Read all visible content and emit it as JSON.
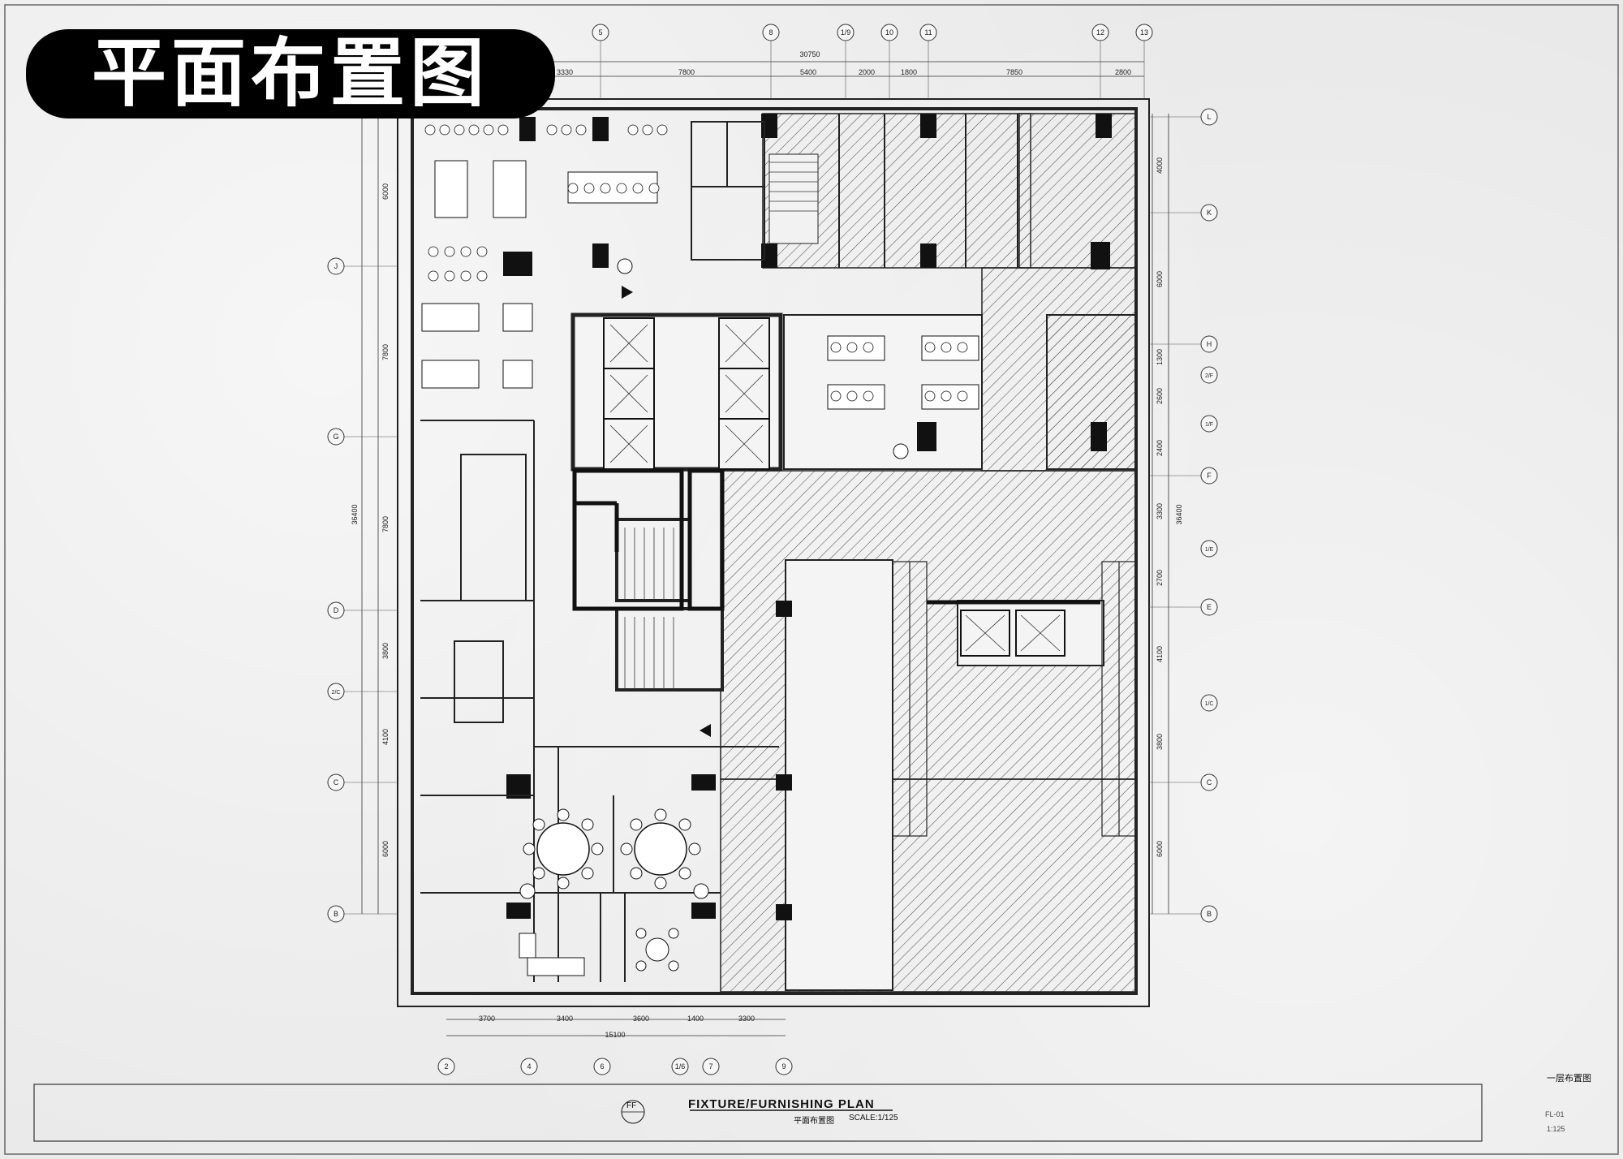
{
  "title": "平面布置图",
  "caption": {
    "main": "FIXTURE/FURNISHING PLAN",
    "chinese": "平面布置图",
    "scale": "SCALE:1/125",
    "symbol": "FF",
    "side_note": "一层布置图",
    "drawing_no": "FL-01",
    "scale_short": "1:125"
  },
  "grid": {
    "top": [
      "5",
      "8",
      "1/9",
      "10",
      "11",
      "12",
      "13"
    ],
    "bottom": [
      "2",
      "4",
      "6",
      "1/6",
      "7",
      "9"
    ],
    "left": [
      "J",
      "G",
      "D",
      "2/C",
      "C",
      "B"
    ],
    "right": [
      "L",
      "K",
      "H",
      "2/F",
      "1/F",
      "F",
      "1/E",
      "E",
      "1/C",
      "C",
      "B"
    ]
  },
  "dims": {
    "top_total": "30750",
    "top": [
      "3330",
      "7800",
      "5400",
      "2000",
      "1800",
      "7850",
      "2800"
    ],
    "bottom_total": "15100",
    "bottom": [
      "3700",
      "3400",
      "3600",
      "1400",
      "3300"
    ],
    "left": [
      "6000",
      "7800",
      "7800",
      "3800",
      "4100",
      "6000"
    ],
    "left_total": "36400",
    "right": [
      "4000",
      "6000",
      "1300",
      "2600",
      "2400",
      "3300",
      "2700",
      "4100",
      "3800",
      "6000"
    ],
    "right_total": "36400"
  },
  "colors": {
    "ink": "#111111",
    "banner": "#000000",
    "banner_text": "#ffffff",
    "paper": "#e9e9e9"
  }
}
